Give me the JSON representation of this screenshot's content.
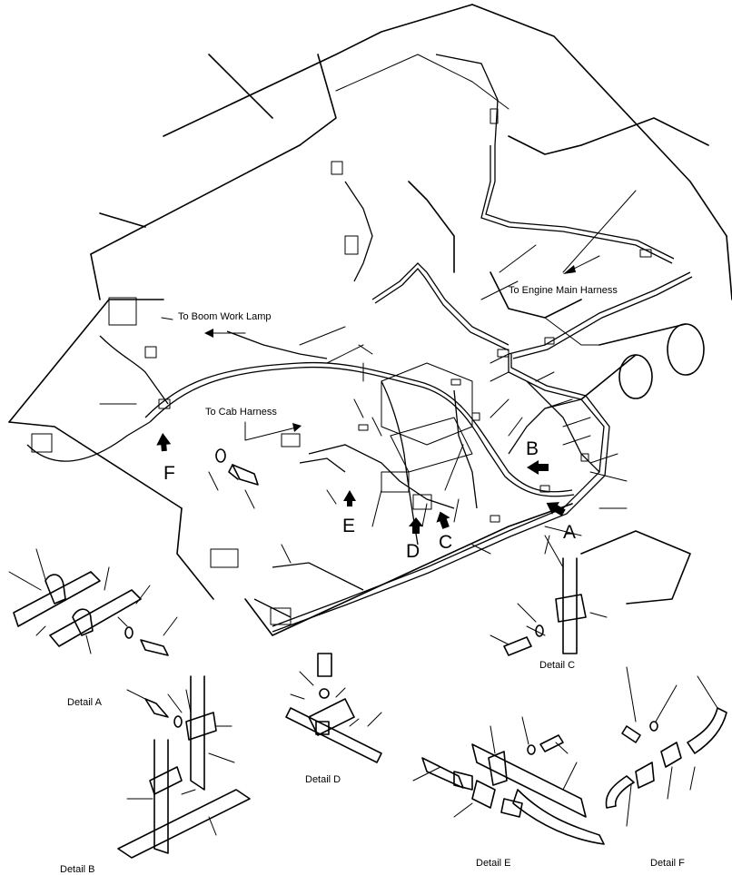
{
  "callouts": {
    "to_engine_main_harness": "To Engine Main Harness",
    "to_boom_work_lamp": "To Boom Work Lamp",
    "to_cab_harness": "To Cab Harness"
  },
  "markers": {
    "a": "A",
    "b": "B",
    "c": "C",
    "d": "D",
    "e": "E",
    "f": "F"
  },
  "details": {
    "a": "Detail A",
    "b": "Detail B",
    "c": "Detail C",
    "d": "Detail D",
    "e": "Detail E",
    "f": "Detail F"
  }
}
